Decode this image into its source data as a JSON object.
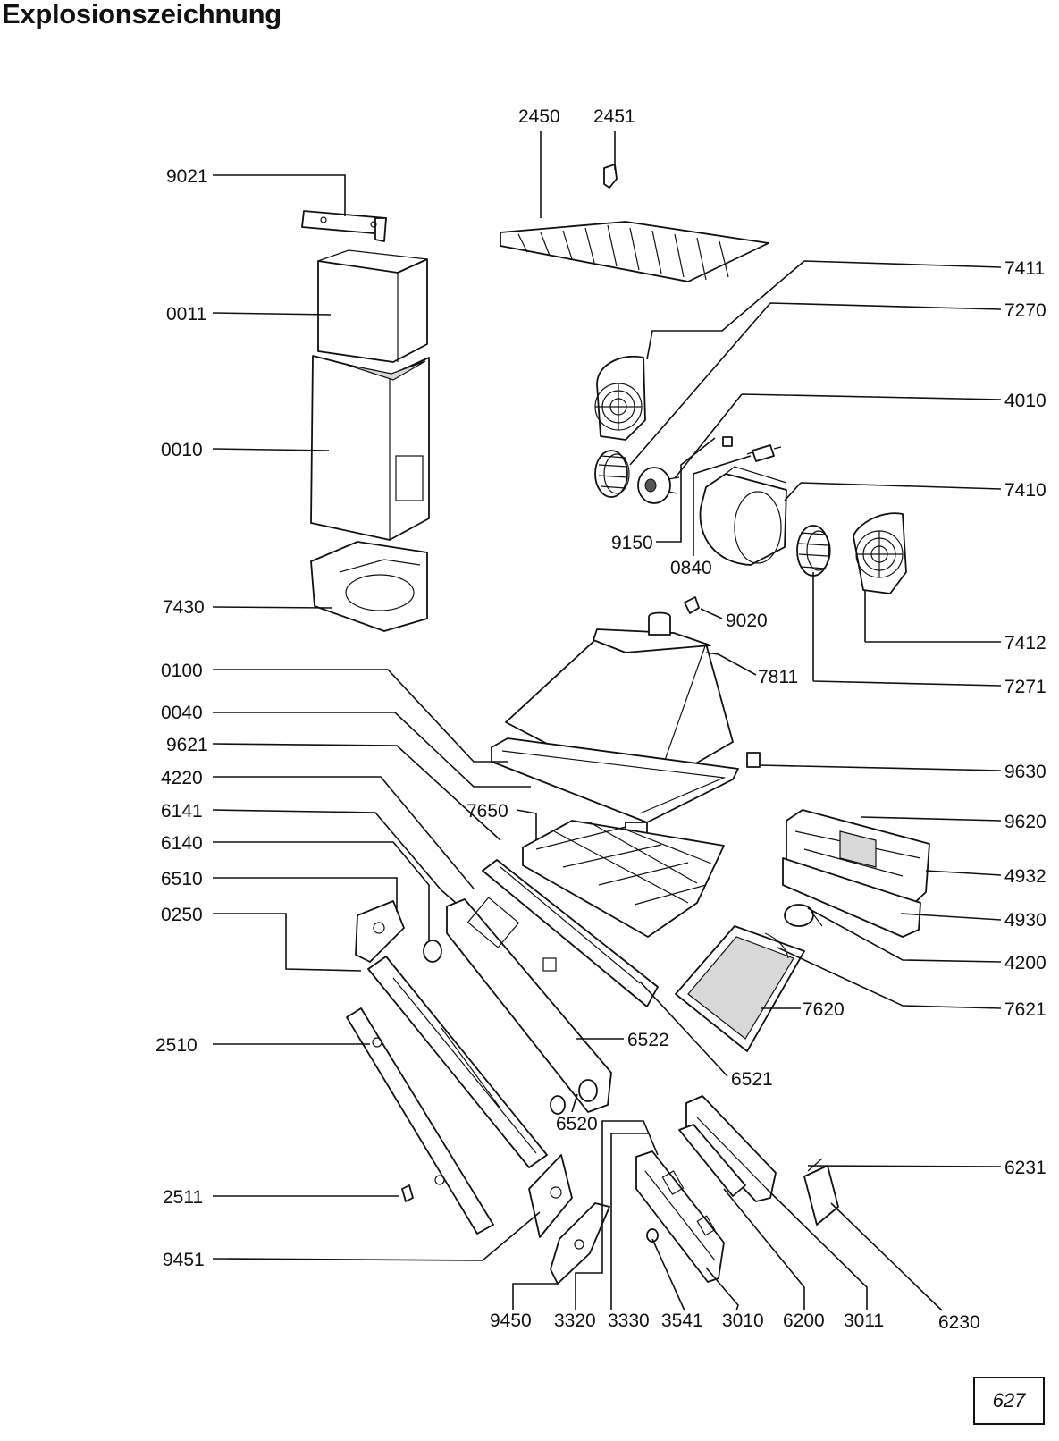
{
  "title": "Explosionszeichnung",
  "page_number": "627",
  "parts": [
    {
      "id": "2450"
    },
    {
      "id": "2451"
    },
    {
      "id": "9021"
    },
    {
      "id": "7411"
    },
    {
      "id": "0011"
    },
    {
      "id": "7270"
    },
    {
      "id": "0010"
    },
    {
      "id": "4010"
    },
    {
      "id": "7410"
    },
    {
      "id": "9150"
    },
    {
      "id": "0840"
    },
    {
      "id": "7430"
    },
    {
      "id": "9020"
    },
    {
      "id": "7412"
    },
    {
      "id": "0100"
    },
    {
      "id": "7811"
    },
    {
      "id": "7271"
    },
    {
      "id": "0040"
    },
    {
      "id": "9621"
    },
    {
      "id": "9630"
    },
    {
      "id": "4220"
    },
    {
      "id": "7650"
    },
    {
      "id": "6141"
    },
    {
      "id": "9620"
    },
    {
      "id": "6140"
    },
    {
      "id": "4932"
    },
    {
      "id": "6510"
    },
    {
      "id": "4930"
    },
    {
      "id": "0250"
    },
    {
      "id": "4200"
    },
    {
      "id": "7621"
    },
    {
      "id": "7620"
    },
    {
      "id": "2510"
    },
    {
      "id": "6522"
    },
    {
      "id": "6521"
    },
    {
      "id": "6520"
    },
    {
      "id": "6231"
    },
    {
      "id": "2511"
    },
    {
      "id": "9451"
    },
    {
      "id": "9450"
    },
    {
      "id": "3320"
    },
    {
      "id": "3330"
    },
    {
      "id": "3541"
    },
    {
      "id": "3010"
    },
    {
      "id": "6200"
    },
    {
      "id": "3011"
    },
    {
      "id": "6230"
    }
  ]
}
